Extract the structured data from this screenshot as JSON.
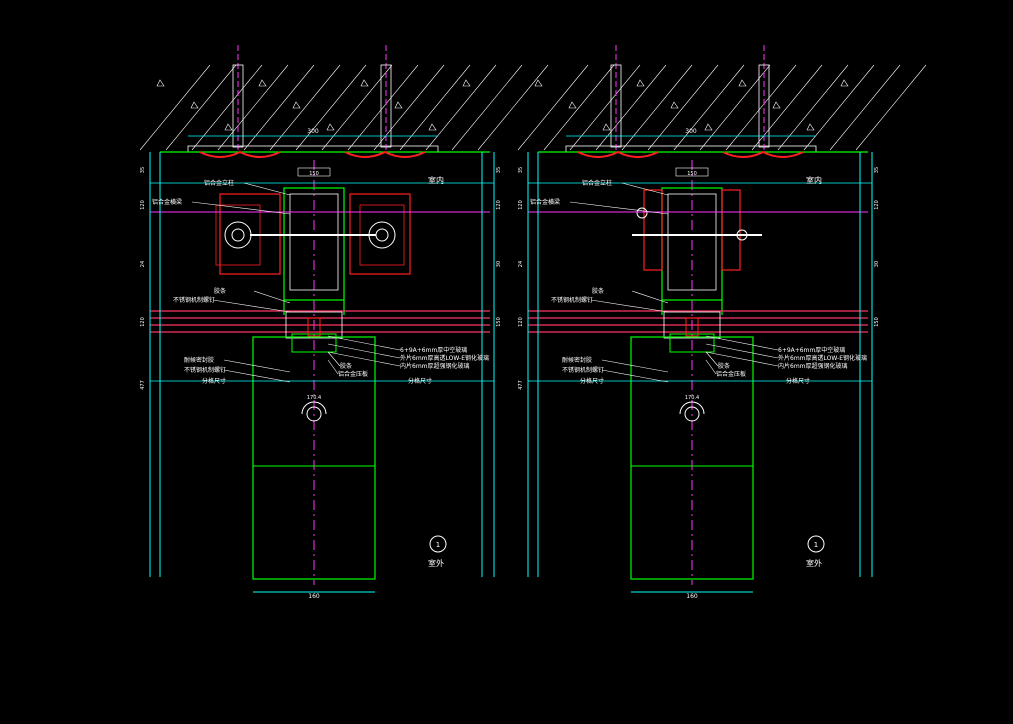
{
  "colors": {
    "background": "#000000",
    "concrete_hatch": "#ffffff",
    "embed_plate": "#ff3030",
    "mullion": "#00ff00",
    "glass": "#ff3366",
    "dimension": "#00ffff",
    "centerline": "#ff33ff",
    "bolt": "#ffffff",
    "leader": "#ffffff",
    "seal": "#ff2020"
  },
  "details": [
    {
      "room_in": "室内",
      "room_out": "室外",
      "detail_no": "1",
      "top_dim": "300",
      "mullion_dim": "150",
      "section_dim": "170.4",
      "bottom_dim": "160",
      "rail_top_dim": "120",
      "left_dims": [
        "35",
        "120",
        "24",
        "120",
        "477"
      ],
      "right_dims": [
        "35",
        "120",
        "30",
        "150"
      ],
      "section_left_label": "分格尺寸",
      "section_right_label": "分格尺寸",
      "labels_left": [
        "铝合金立柱",
        "铝合金横梁",
        "胶条",
        "不锈钢机制螺钉",
        "耐候密封胶",
        "不锈钢机制螺钉"
      ],
      "labels_right": [
        "6+9A+6mm厚中空玻璃",
        "外片6mm厚高透LOW-E钢化玻璃",
        "内片6mm厚超强钢化玻璃",
        "胶条",
        "铝合金压板"
      ]
    },
    {
      "room_in": "室内",
      "room_out": "室外",
      "detail_no": "1",
      "top_dim": "300",
      "mullion_dim": "150",
      "section_dim": "170.4",
      "bottom_dim": "160",
      "rail_top_dim": "120",
      "left_dims": [
        "35",
        "120",
        "24",
        "120",
        "477"
      ],
      "right_dims": [
        "35",
        "120",
        "30",
        "150"
      ],
      "section_left_label": "分格尺寸",
      "section_right_label": "分格尺寸",
      "labels_left": [
        "铝合金立柱",
        "铝合金横梁",
        "胶条",
        "不锈钢机制螺钉",
        "耐候密封胶",
        "不锈钢机制螺钉"
      ],
      "labels_right": [
        "6+9A+6mm厚中空玻璃",
        "外片6mm厚高透LOW-E钢化玻璃",
        "内片6mm厚超强钢化玻璃",
        "胶条",
        "铝合金压板"
      ]
    }
  ]
}
